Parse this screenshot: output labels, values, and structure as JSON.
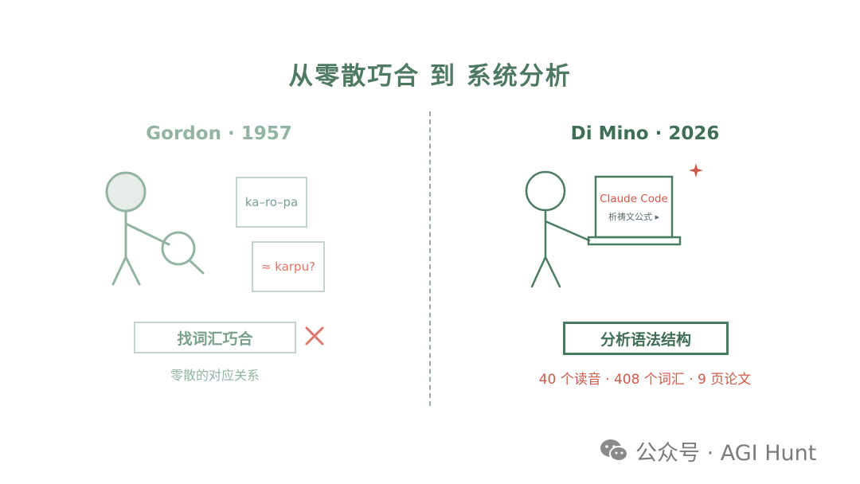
{
  "title": "从零散巧合 到 系统分析",
  "left": {
    "heading": "Gordon · 1957",
    "note1": "ka–ro–pa",
    "note2": "≈ karpu?",
    "pill": "找词汇巧合",
    "caption": "零散的对应关系",
    "colors": {
      "accent": "#93b4a2",
      "cross": "#e0756a"
    }
  },
  "right": {
    "heading": "Di Mino · 2026",
    "laptop_title": "Claude Code",
    "laptop_sub": "析祷文公式 ▸",
    "pill": "分析语法结构",
    "caption": "40 个读音 · 408 个词汇 · 9 页论文",
    "colors": {
      "accent": "#3f6d55",
      "highlight": "#d05a4b"
    }
  },
  "watermark": {
    "icon": "wechat-icon",
    "text": "公众号 · AGI Hunt"
  }
}
